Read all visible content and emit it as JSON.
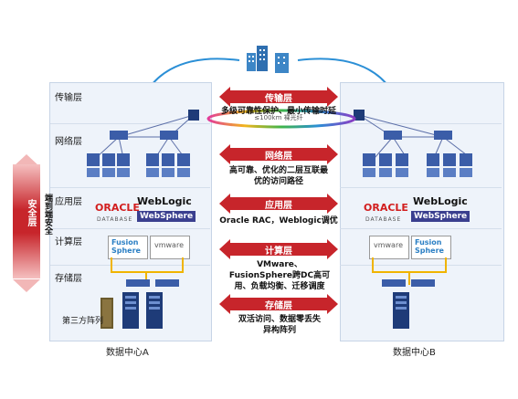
{
  "dc_a": {
    "caption": "数据中心A",
    "layers": [
      "传输层",
      "网络层",
      "应用层",
      "计算层",
      "存储层"
    ],
    "third_party": "第三方阵列"
  },
  "dc_b": {
    "caption": "数据中心B"
  },
  "security": {
    "title": "安全层",
    "subtitle": "端到端安全"
  },
  "center": {
    "transport": {
      "title": "传输层",
      "desc": "多级可靠性保护、最小传输时延"
    },
    "fiber": "≤100km 裸光纤",
    "network": {
      "title": "网络层",
      "desc": "高可靠、优化的二层互联最优的访问路径"
    },
    "app": {
      "title": "应用层",
      "desc": "Oracle RAC，Weblogic调优"
    },
    "compute": {
      "title": "计算层",
      "desc": "VMware、FusionSphere跨DC高可用、负载均衡、迁移调度"
    },
    "storage": {
      "title": "存储层",
      "desc": "双活访问、数据零丢失异构阵列"
    }
  },
  "logos": {
    "oracle": "ORACLE",
    "oracle_sub": "DATABASE",
    "weblogic": "WebLogic",
    "websphere": "WebSphere",
    "fusion": "Fusion Sphere",
    "vmware": "vmware"
  },
  "colors": {
    "accent_red": "#c7252b",
    "accent_blue": "#2b7fc4",
    "panel": "#eef3fa"
  }
}
